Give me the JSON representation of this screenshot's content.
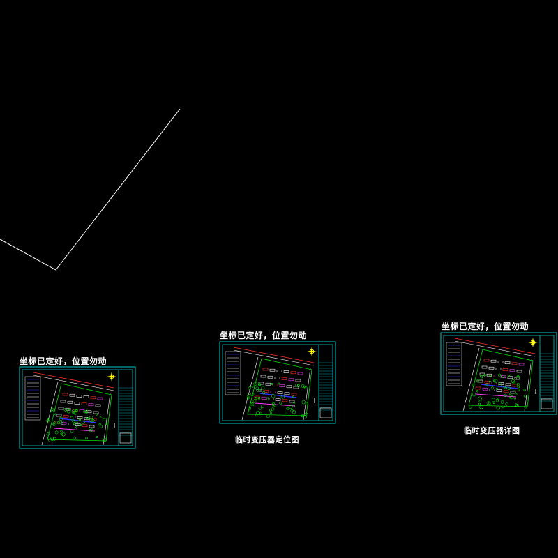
{
  "viewport": {
    "background": "#000000"
  },
  "colors": {
    "frame": "#00c8c8",
    "outline": "#ffffff",
    "green": "#00e000",
    "red": "#ff3030",
    "blue": "#3030ff",
    "yellow": "#ffff00",
    "magenta": "#ff40ff"
  },
  "sheets": [
    {
      "id": "sheet-1",
      "note": "坐标已定好，位置勿动",
      "caption": ""
    },
    {
      "id": "sheet-2",
      "note": "坐标已定好，位置勿动",
      "caption": "临时变压器定位图"
    },
    {
      "id": "sheet-3",
      "note": "坐标已定好，位置勿动",
      "caption": "临时变压器详图"
    }
  ],
  "icons": {
    "north_arrow": "compass-north-icon"
  }
}
